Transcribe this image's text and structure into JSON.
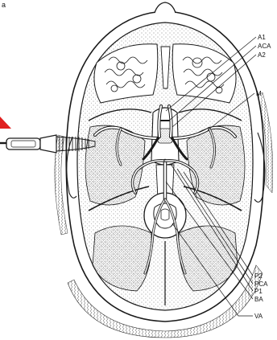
{
  "figure": {
    "corner_label": "a",
    "labels": {
      "a1": "A1",
      "aca": "ACA",
      "a2": "A2",
      "m": "M",
      "p2": "P2",
      "pca": "PCA",
      "p1": "P1",
      "ba": "BA",
      "va": "VA"
    }
  },
  "colors": {
    "arrow": "#e02020",
    "ink": "#1a1a1a",
    "stipple": "#9a9a9a",
    "background": "#ffffff"
  }
}
